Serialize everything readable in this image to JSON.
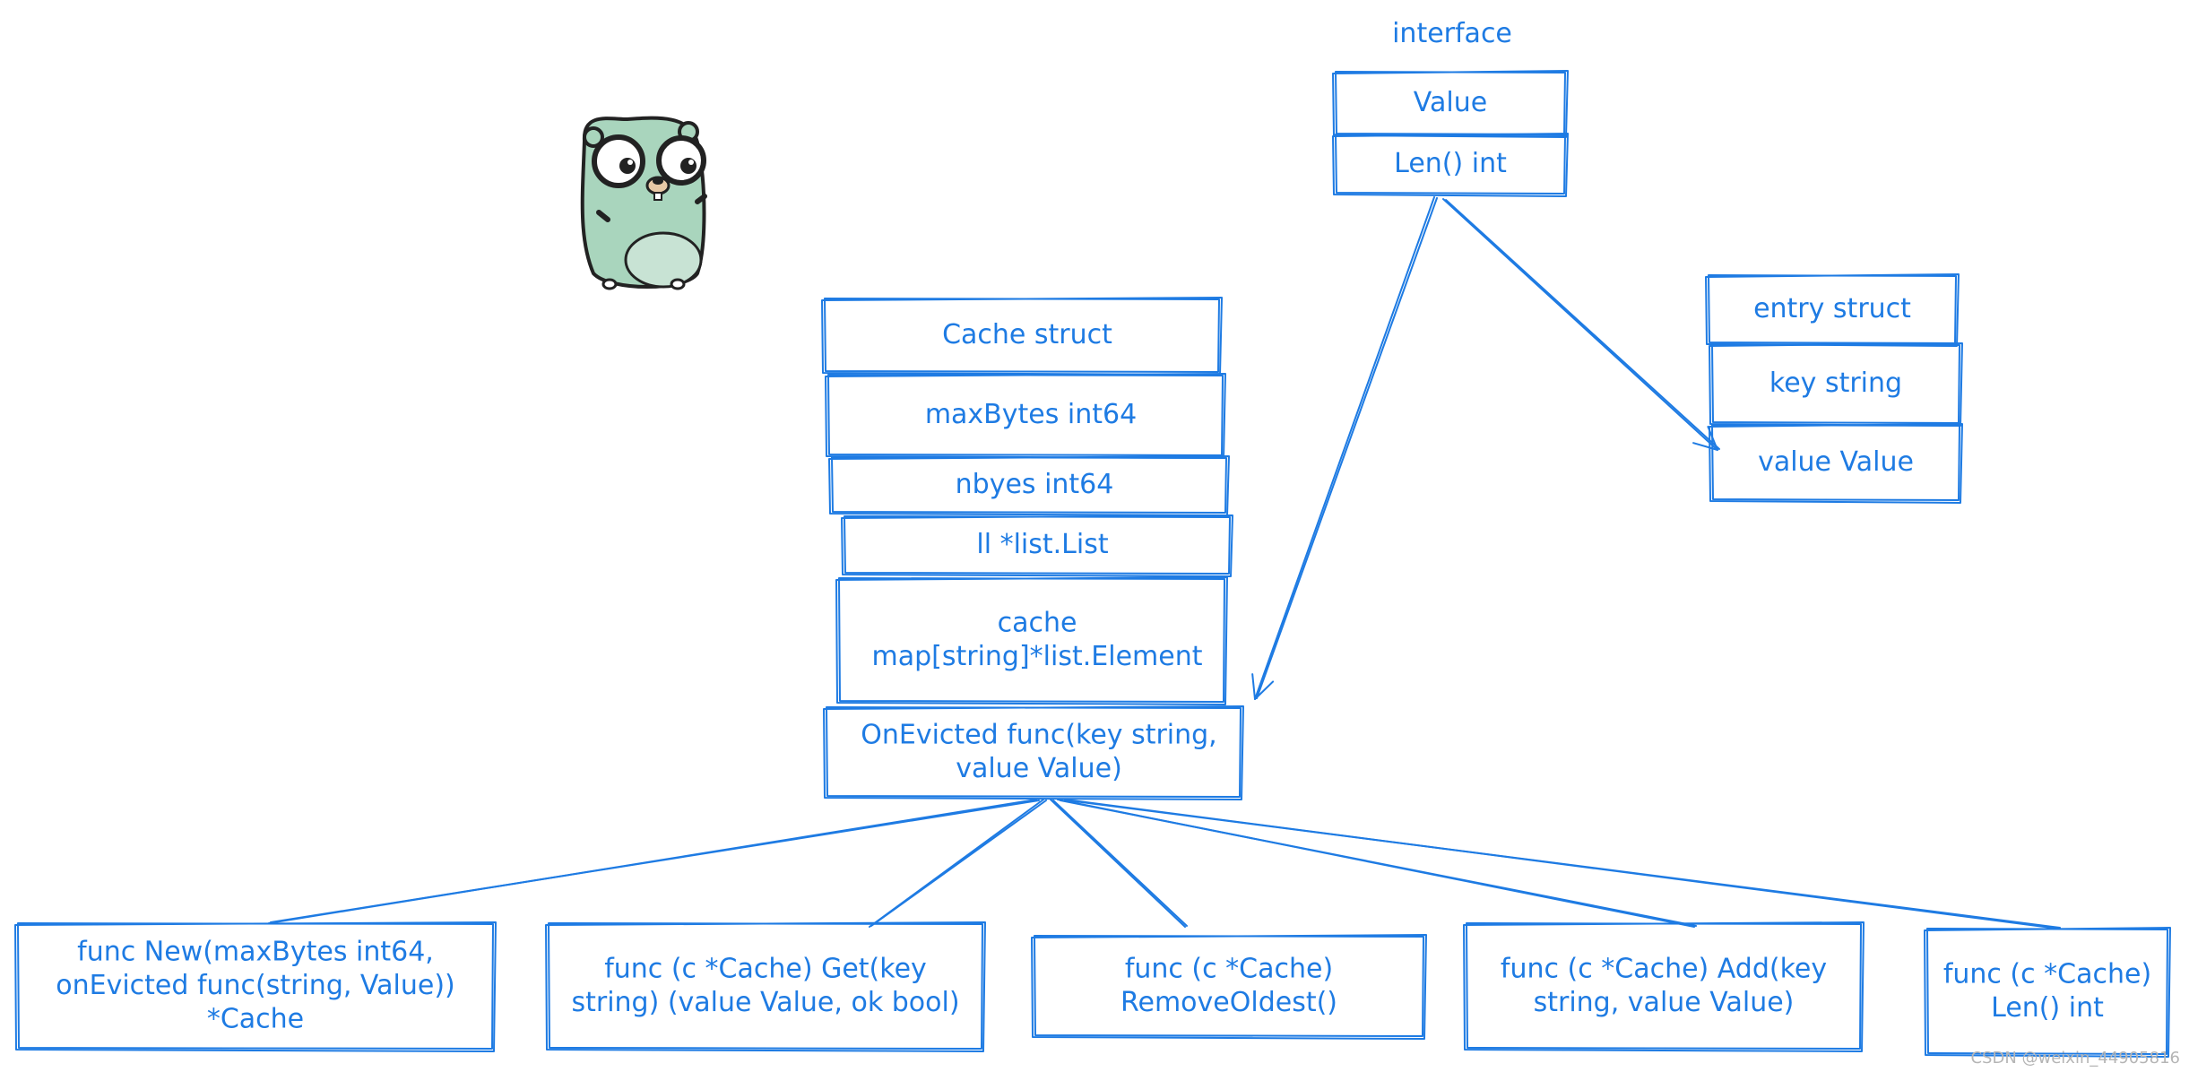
{
  "diagram": {
    "stroke_color": "#1e7be3",
    "interface_group": {
      "title": "interface",
      "rows": [
        "Value",
        "Len() int"
      ]
    },
    "cache_struct": {
      "rows": [
        "Cache struct",
        "maxBytes int64",
        "nbyes int64",
        "ll *list.List",
        "cache\nmap[string]*list.Element",
        "OnEvicted func(key string,\nvalue Value)"
      ]
    },
    "entry_struct": {
      "rows": [
        "entry struct",
        "key string",
        "value Value"
      ]
    },
    "methods": [
      "func New(maxBytes int64,\nonEvicted func(string, Value))\n*Cache",
      "func (c *Cache) Get(key\nstring) (value Value, ok bool)",
      "func (c *Cache)\nRemoveOldest()",
      "func (c *Cache) Add(key\nstring, value Value)",
      "func (c *Cache)\nLen() int"
    ],
    "mascot": {
      "name": "gopher-mascot",
      "body_color": "#a9d5bd",
      "outline_color": "#222222"
    },
    "watermark": "CSDN @weixin_44905816"
  }
}
